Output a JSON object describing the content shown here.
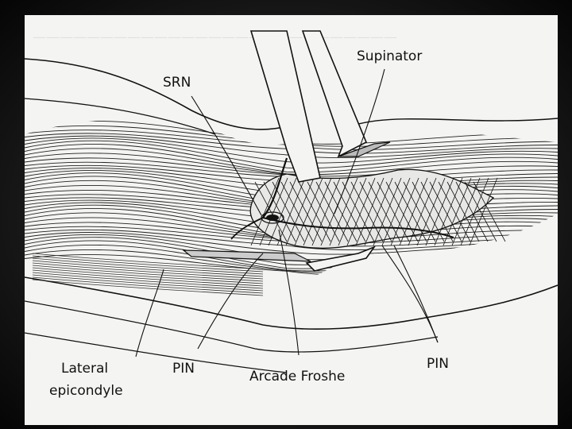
{
  "labels": {
    "supinator": "Supinator",
    "srn": "SRN",
    "lateral_epicondyle_line1": "Lateral",
    "lateral_epicondyle_line2": "epicondyle",
    "pin_left": "PIN",
    "arcade_froshe": "Arcade Froshe",
    "pin_right": "PIN"
  },
  "colors": {
    "background": "#1a1a1a",
    "figure": "#f4f4f2",
    "ink": "#111111"
  }
}
